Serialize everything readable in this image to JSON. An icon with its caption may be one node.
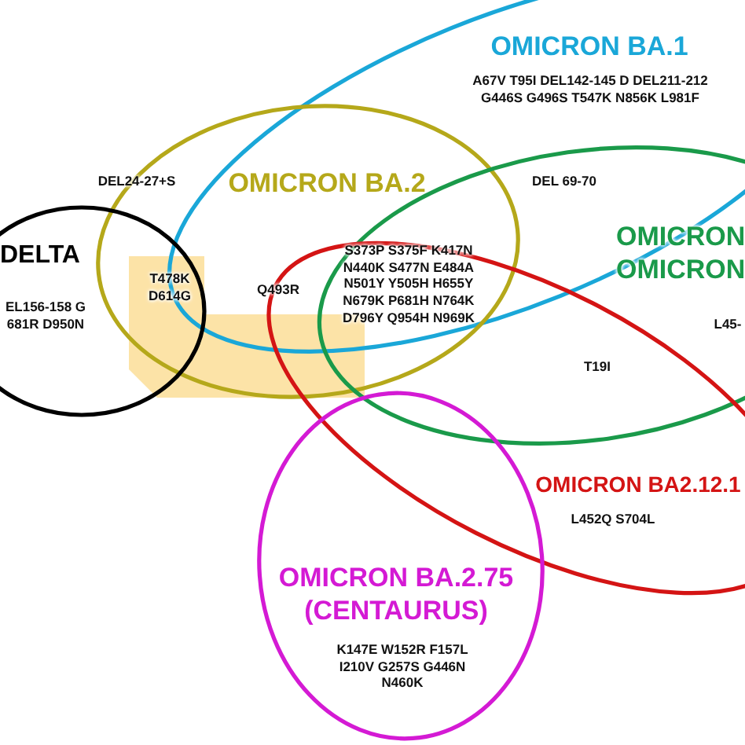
{
  "diagram": {
    "nodes": [
      {
        "text": [
          "OMICRON BA.1",
          "A67V T95I DEL142-145 D DEL211-212 G446S G496S T547K N856K L981F"
        ]
      },
      {
        "text": [
          "OMICRON BA.2"
        ]
      },
      {
        "text": [
          "DELTA",
          "EL156-158 G 681R D950N"
        ]
      },
      {
        "text": [
          "OMICRON OMICRON",
          "L45-"
        ]
      },
      {
        "text": [
          "OMICRON BA2.12.1",
          "L452Q S704L"
        ]
      },
      {
        "text": [
          "OMICRON BA.2.75 (CENTAURUS)",
          "K147E W152R F157L I210V G257S G446N N460K"
        ]
      }
    ],
    "labels": [
      "DEL24-27+S",
      "T478K D614G",
      "Q493R",
      "S373P S375F K417N N440K S477N E484A N501Y Y505H H655Y N679K P681H N764K D796Y Q954H N969K",
      "DEL 69-70",
      "T19I"
    ]
  }
}
